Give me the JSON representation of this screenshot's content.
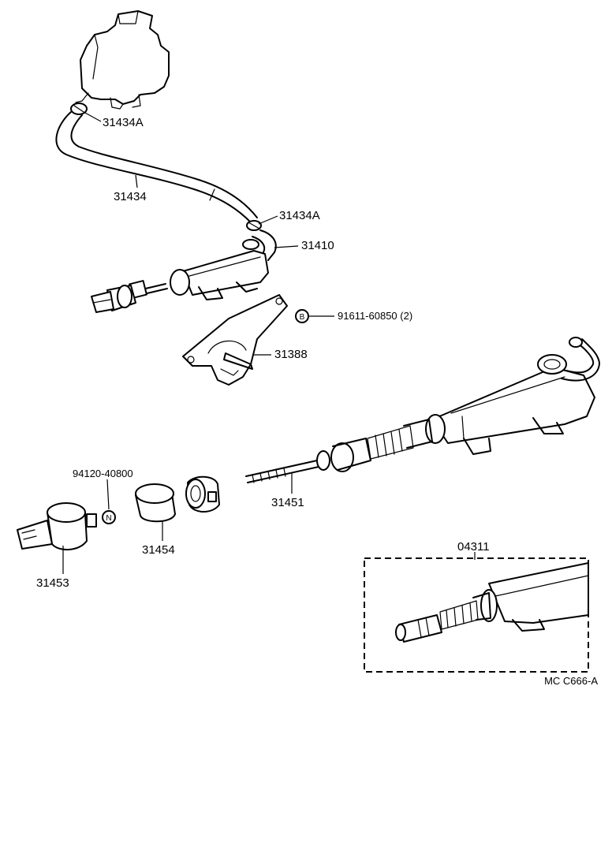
{
  "parts": {
    "reservoir_clamp_upper": "31434A",
    "reservoir_hose": "31434",
    "reservoir_clamp_lower": "31434A",
    "master_cylinder": "31410",
    "bolt": "91611-60850 (2)",
    "bolt_symbol": "B",
    "bracket": "31388",
    "nut": "94120-40800",
    "nut_symbol": "N",
    "clevis": "31453",
    "boot": "31454",
    "push_rod": "31451",
    "kit": "04311"
  },
  "footer": {
    "code": "MC  C666-A"
  }
}
